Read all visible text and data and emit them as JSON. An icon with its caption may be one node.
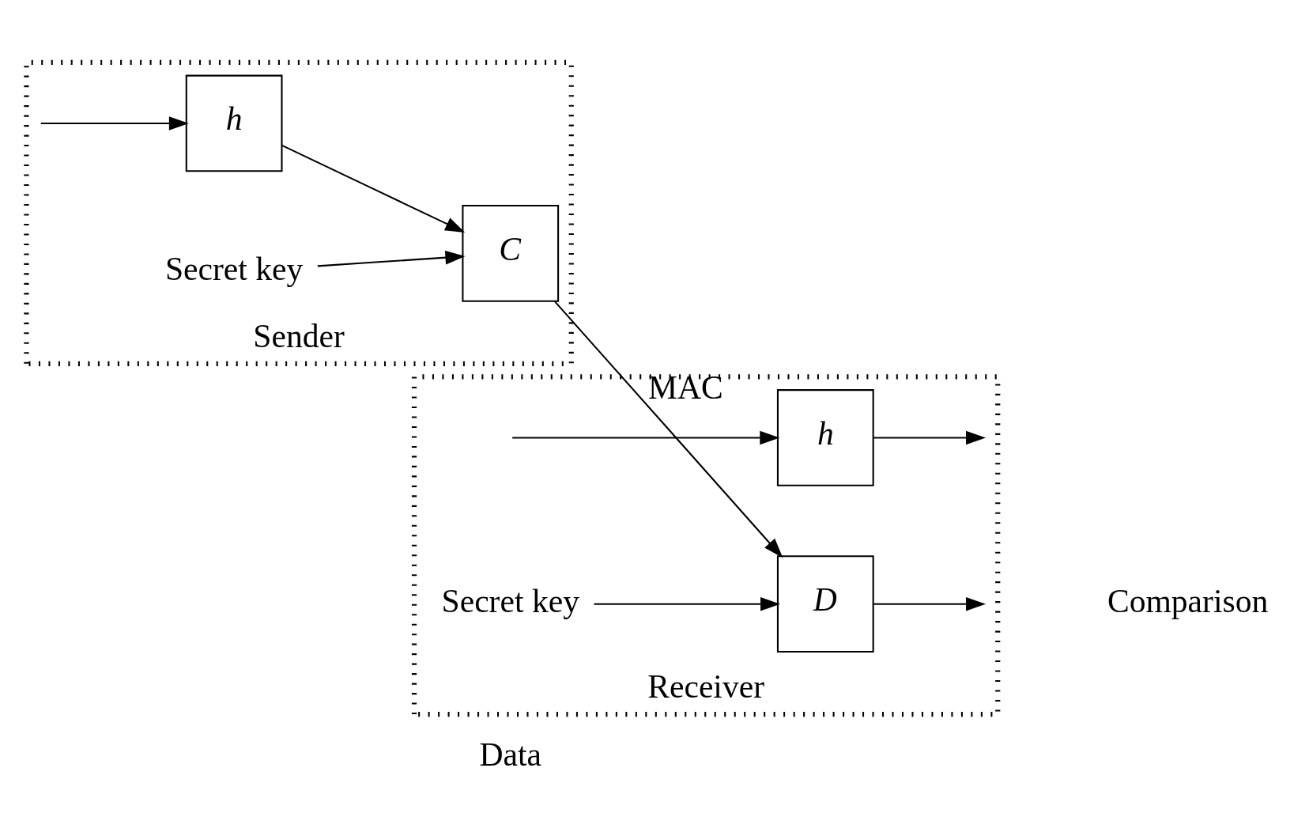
{
  "diagram": {
    "nodes": [
      {
        "text": [
          "Sender"
        ]
      },
      {
        "text": [
          "Receiver"
        ]
      },
      {
        "text": [
          "Secret key"
        ],
        "in": 0
      },
      {
        "text": [
          "C"
        ],
        "in": 0
      },
      {
        "text": [
          "h"
        ],
        "in": 0
      },
      {
        "text": [
          "Secret key"
        ],
        "in": 1
      },
      {
        "text": [
          "D"
        ],
        "in": 1
      },
      {
        "text": [
          "h"
        ],
        "in": 1
      }
    ],
    "edges": [
      {
        "from": 2,
        "to": 3,
        "arrow": "to"
      },
      {
        "from": 4,
        "to": 3,
        "arrow": "to"
      },
      {
        "from": 3,
        "to": 6,
        "arrow": "to",
        "label": "MAC"
      },
      {
        "from": 6,
        "to": null,
        "arrow": "to"
      },
      {
        "from": 5,
        "to": 6,
        "arrow": "to"
      },
      {
        "from": null,
        "to": 7,
        "arrow": "to"
      },
      {
        "from": null,
        "to": 4,
        "arrow": "to"
      },
      {
        "from": 7,
        "to": null,
        "arrow": "to"
      }
    ],
    "labels": [
      "Comparison",
      "Data"
    ]
  }
}
